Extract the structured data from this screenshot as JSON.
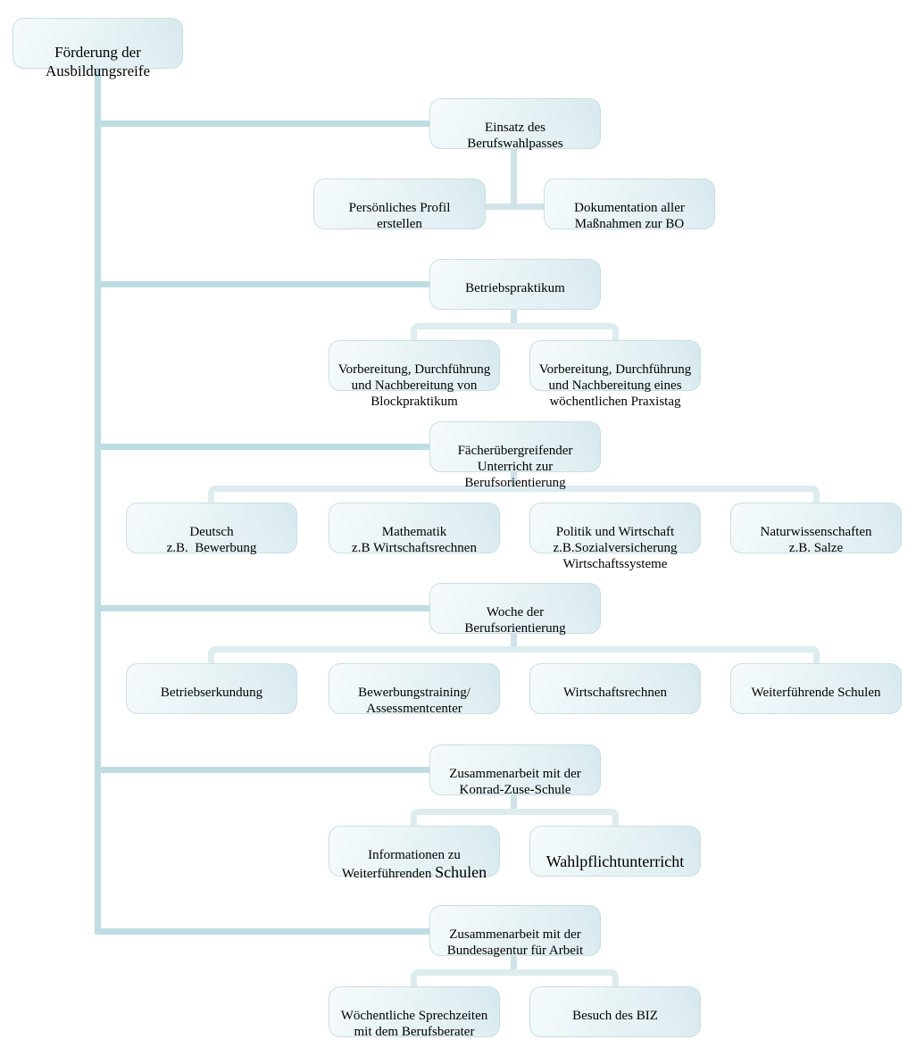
{
  "diagram": {
    "title": "Förderung der Ausbildungsreife Organigramm",
    "root": {
      "label": "Förderung der\nAusbildungsreife"
    },
    "branches": [
      {
        "label": "Einsatz des\nBerufswahlpasses",
        "children": [
          {
            "label": "Persönliches Profil\nerstellen"
          },
          {
            "label": "Dokumentation aller\nMaßnahmen zur BO"
          }
        ]
      },
      {
        "label": "Betriebspraktikum",
        "children": [
          {
            "label": "Vorbereitung, Durchführung\nund Nachbereitung von\nBlockpraktikum"
          },
          {
            "label": "Vorbereitung, Durchführung\nund Nachbereitung eines\nwöchentlichen Praxistag"
          }
        ]
      },
      {
        "label": "Fächerübergreifender\nUnterricht zur\nBerufsorientierung",
        "children": [
          {
            "label": "Deutsch\nz.B.  Bewerbung"
          },
          {
            "label": "Mathematik\nz.B Wirtschaftsrechnen"
          },
          {
            "label": "Politik und Wirtschaft\nz.B.Sozialversicherung\nWirtschaftssysteme"
          },
          {
            "label": "Naturwissenschaften\nz.B. Salze"
          }
        ]
      },
      {
        "label": "Woche der\nBerufsorientierung",
        "children": [
          {
            "label": "Betriebserkundung"
          },
          {
            "label": "Bewerbungstraining/\nAssessmentcenter"
          },
          {
            "label": "Wirtschaftsrechnen"
          },
          {
            "label": "Weiterführende Schulen"
          }
        ]
      },
      {
        "label": "Zusammenarbeit mit der\nKonrad-Zuse-Schule",
        "children": [
          {
            "label_small": "Informationen zu\nWeiterführenden",
            "label_big": "Schulen"
          },
          {
            "label": "Wahlpflichtunterricht"
          }
        ]
      },
      {
        "label": "Zusammenarbeit mit der\nBundesagentur für Arbeit",
        "children": [
          {
            "label": "Wöchentliche Sprechzeiten\nmit dem Berufsberater"
          },
          {
            "label": "Besuch des BIZ"
          }
        ]
      }
    ],
    "colors": {
      "box_fill_light": "#f6fbfc",
      "box_fill_dark": "#c9e2ea",
      "box_border": "#c9dee5",
      "spine_line": "#bedde3",
      "drop_line": "#cfe3e9",
      "bracket_line": "#dcecef",
      "text": "#000000",
      "background": "#ffffff"
    }
  }
}
